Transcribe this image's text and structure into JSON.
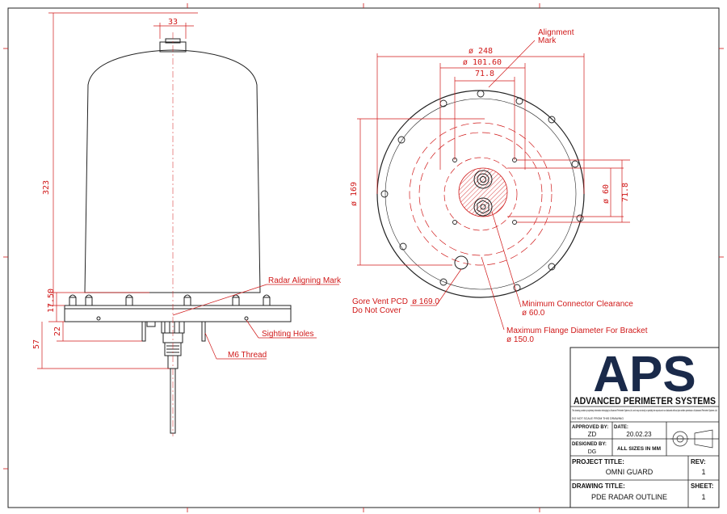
{
  "side_view": {
    "dims": {
      "connector_width": "33",
      "height_total": "323",
      "flange_thickness": "17.50",
      "connector_depth": "22",
      "bottom_depth": "57"
    },
    "labels": {
      "radar_aligning_mark": "Radar Aligning Mark",
      "sighting_holes": "Sighting Holes",
      "m6_thread": "M6 Thread"
    }
  },
  "top_view": {
    "dims": {
      "outer_diameter": "ø 248",
      "bolt_circle": "ø 101.60",
      "bolt_spacing_h": "71.8",
      "bolt_spacing_v": "71.8",
      "pcd_169": "ø 169",
      "connector_60": "ø 60"
    },
    "labels": {
      "alignment_mark_1": "Alignment",
      "alignment_mark_2": "Mark",
      "gore_vent_1": "Gore Vent PCD",
      "gore_vent_value": "ø 169.0",
      "gore_vent_2": "Do Not Cover",
      "min_clearance_1": "Minimum Connector Clearance",
      "min_clearance_2": "ø 60.0",
      "max_flange_1": "Maximum Flange Diameter For Bracket",
      "max_flange_2": "ø 150.0"
    }
  },
  "title_block": {
    "logo_text": "APS",
    "company": "ADVANCED PERIMETER SYSTEMS",
    "disclaimer": "This drawing contains proprietary information belonging to Advanced Perimeter Systems Ltd. and may not wholly or partially be reproduced nor disclosed without prior written permission of Advanced Perimeter Systems Ltd.",
    "do_not_scale": "DO NOT SCALE FROM THIS DRAWING",
    "approved_by_label": "APPROVED BY:",
    "approved_by": "ZD",
    "date_label": "DATE:",
    "date": "20.02.23",
    "designed_by_label": "DESIGNED BY:",
    "designed_by": "DG",
    "units": "ALL SIZES IN MM",
    "project_title_label": "PROJECT TITLE:",
    "project_title": "OMNI GUARD",
    "rev_label": "REV:",
    "rev": "1",
    "drawing_title_label": "DRAWING TITLE:",
    "drawing_title": "PDE RADAR OUTLINE",
    "sheet_label": "SHEET:",
    "sheet": "1"
  },
  "colors": {
    "dimension": "#d01818",
    "outline": "#222222",
    "logo": "#1a2a4a"
  }
}
